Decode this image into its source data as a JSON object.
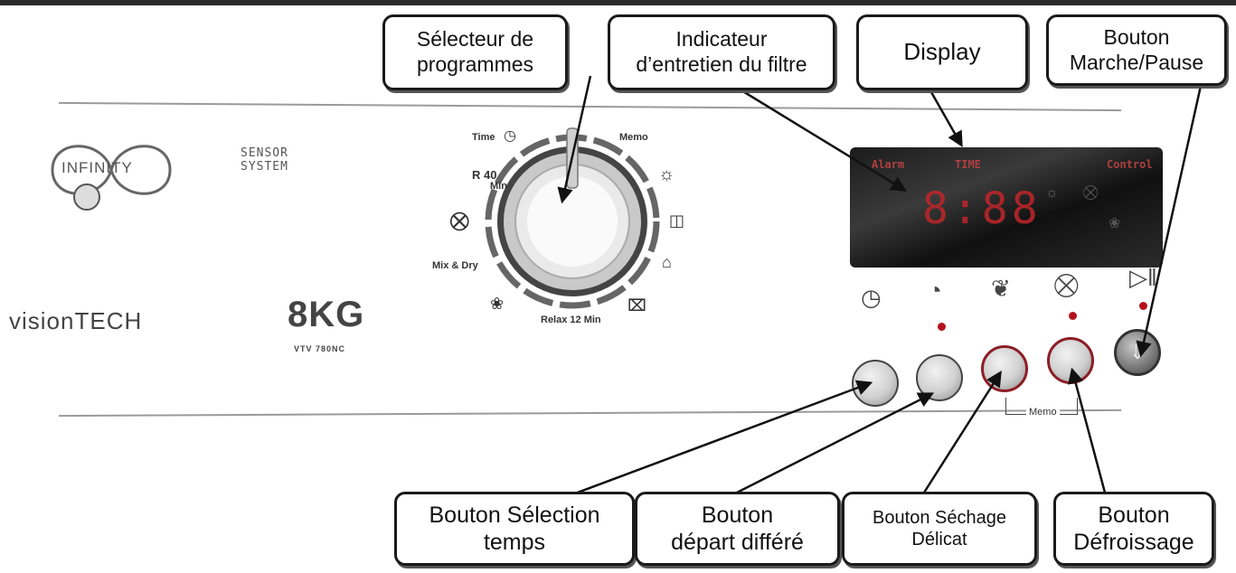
{
  "callouts": {
    "program_selector": [
      "Sélecteur de",
      "programmes"
    ],
    "filter_indicator": [
      "Indicateur",
      "d’entretien du filtre"
    ],
    "display": [
      "Display"
    ],
    "start_pause": [
      "Bouton",
      "Marche/Pause"
    ],
    "time_selection": [
      "Bouton Sélection",
      "temps"
    ],
    "delayed_start": [
      "Bouton",
      "départ différé"
    ],
    "delicate_drying": [
      "Bouton Séchage",
      "Délicat"
    ],
    "anti_crease": [
      "Bouton",
      "Défroissage"
    ]
  },
  "panel": {
    "brand_infinity": "INFINITY",
    "sensor_line1": "SENSOR",
    "sensor_line2": "SYSTEM",
    "brand_vision": "visionTECH",
    "capacity": "8KG",
    "model": "VTV 780NC",
    "memo_label": "Memo"
  },
  "dial": {
    "time": "Time",
    "memo": "Memo",
    "r40": "R 40",
    "min": "Min",
    "mix_dry": "Mix & Dry",
    "relax": "Relax 12 Min"
  },
  "lcd": {
    "alarm": "Alarm",
    "time": "TIME",
    "control": "Control",
    "digits": "8:88"
  },
  "colors": {
    "led": "#b3121e",
    "lcd_digits": "#c0262a"
  }
}
